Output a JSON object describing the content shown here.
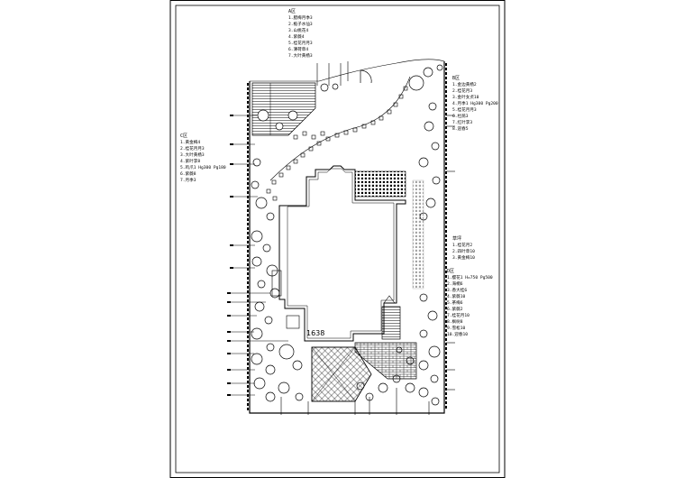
{
  "drawing": {
    "dimension": "1638"
  },
  "legend": {
    "a": {
      "title": "A区",
      "items": [
        "1.腊梅月季3",
        "2.栀子水仙3",
        "3.山桃花4",
        "4.紫薇4",
        "5.桂花月月3",
        "6.薄荷草4",
        "7.大叶黄杨3"
      ]
    },
    "b": {
      "title": "B区",
      "items": [
        "1.金边黄杨2",
        "2.桂花月3",
        "3.金叶女贞10",
        "4.月季1 Hg300 Pg200",
        "5.桂花月月3",
        "6.杜鹃3",
        "7.红叶李3",
        "8.迎春5"
      ]
    },
    "c": {
      "title": "C区",
      "items": [
        "1.黄金梅4",
        "2.桂花月月3",
        "3.大叶黄杨3",
        "4.紫叶李8",
        "5.鸡爪1 Hg300 Pg180",
        "6.紫薇8",
        "7.月季3"
      ]
    },
    "d": {
      "title": "D区",
      "items": [
        "1.樱花1 H=750 Pg500",
        "2.海桐6",
        "3.香大桂6",
        "4.紫薇10",
        "5.茶梅6",
        "6.紫薇2",
        "7.桂花月10",
        "8.枫树8",
        "9.雪松10",
        "10.迎春10"
      ]
    },
    "e": {
      "title": "草坪",
      "items": [
        "1.桂花月2",
        "2.四叶草10",
        "3.黄金梅10"
      ]
    }
  },
  "colors": {
    "line": "#000000",
    "paper": "#ffffff"
  }
}
